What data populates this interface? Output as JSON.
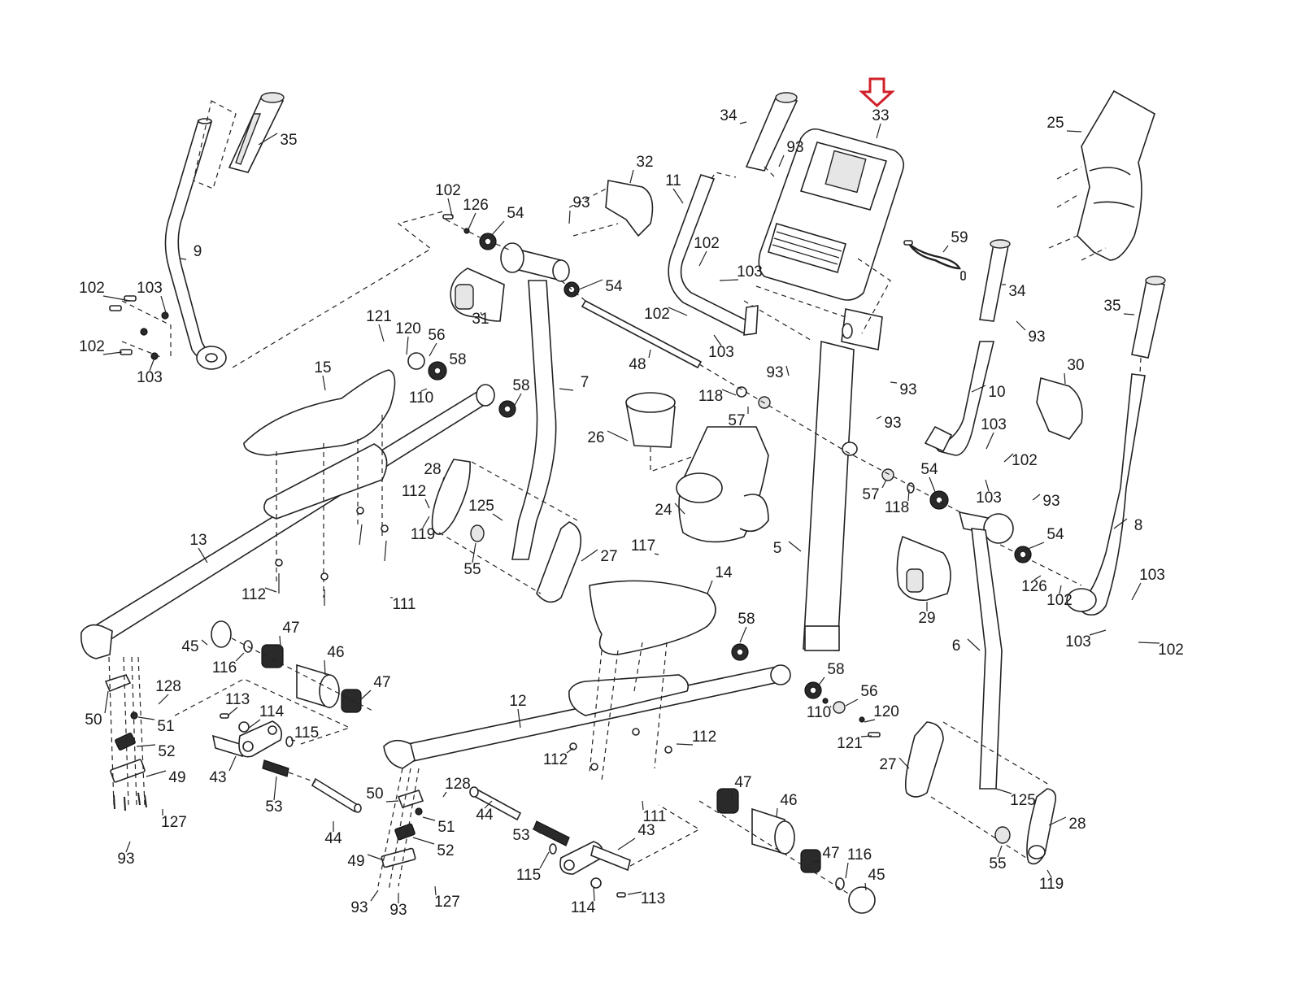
{
  "diagram": {
    "title": "Exploded parts diagram",
    "highlight": {
      "part": "33",
      "indicator": "red-outline-down-arrow",
      "color": "#d0202a"
    },
    "callouts": [
      {
        "id": "c35a",
        "part": "35"
      },
      {
        "id": "c9",
        "part": "9"
      },
      {
        "id": "c102a",
        "part": "102"
      },
      {
        "id": "c103a",
        "part": "103"
      },
      {
        "id": "c102b",
        "part": "102"
      },
      {
        "id": "c103b",
        "part": "103"
      },
      {
        "id": "c102c",
        "part": "102"
      },
      {
        "id": "c126a",
        "part": "126"
      },
      {
        "id": "c54a",
        "part": "54"
      },
      {
        "id": "c93a",
        "part": "93"
      },
      {
        "id": "c32",
        "part": "32"
      },
      {
        "id": "c54b",
        "part": "54"
      },
      {
        "id": "c31",
        "part": "31"
      },
      {
        "id": "c121a",
        "part": "121"
      },
      {
        "id": "c120a",
        "part": "120"
      },
      {
        "id": "c56a",
        "part": "56"
      },
      {
        "id": "c58a",
        "part": "58"
      },
      {
        "id": "c110a",
        "part": "110"
      },
      {
        "id": "c58b",
        "part": "58"
      },
      {
        "id": "c15",
        "part": "15"
      },
      {
        "id": "c7",
        "part": "7"
      },
      {
        "id": "c34a",
        "part": "34"
      },
      {
        "id": "c93b",
        "part": "93"
      },
      {
        "id": "c33",
        "part": "33"
      },
      {
        "id": "c11",
        "part": "11"
      },
      {
        "id": "c102d",
        "part": "102"
      },
      {
        "id": "c103c",
        "part": "103"
      },
      {
        "id": "c102e",
        "part": "102"
      },
      {
        "id": "c103d",
        "part": "103"
      },
      {
        "id": "c48",
        "part": "48"
      },
      {
        "id": "c59",
        "part": "59"
      },
      {
        "id": "c25",
        "part": "25"
      },
      {
        "id": "c34b",
        "part": "34"
      },
      {
        "id": "c93c",
        "part": "93"
      },
      {
        "id": "c35b",
        "part": "35"
      },
      {
        "id": "c93d",
        "part": "93"
      },
      {
        "id": "c93e",
        "part": "93"
      },
      {
        "id": "c93f",
        "part": "93"
      },
      {
        "id": "c118a",
        "part": "118"
      },
      {
        "id": "c57a",
        "part": "57"
      },
      {
        "id": "c26",
        "part": "26"
      },
      {
        "id": "c10",
        "part": "10"
      },
      {
        "id": "c30",
        "part": "30"
      },
      {
        "id": "c103e",
        "part": "103"
      },
      {
        "id": "c102f",
        "part": "102"
      },
      {
        "id": "c28a",
        "part": "28"
      },
      {
        "id": "c112a",
        "part": "112"
      },
      {
        "id": "c119a",
        "part": "119"
      },
      {
        "id": "c125a",
        "part": "125"
      },
      {
        "id": "c24",
        "part": "24"
      },
      {
        "id": "c57b",
        "part": "57"
      },
      {
        "id": "c118b",
        "part": "118"
      },
      {
        "id": "c54c",
        "part": "54"
      },
      {
        "id": "c103f",
        "part": "103"
      },
      {
        "id": "c93g",
        "part": "93"
      },
      {
        "id": "c13",
        "part": "13"
      },
      {
        "id": "c55a",
        "part": "55"
      },
      {
        "id": "c27a",
        "part": "27"
      },
      {
        "id": "c117",
        "part": "117"
      },
      {
        "id": "c5",
        "part": "5"
      },
      {
        "id": "c54d",
        "part": "54"
      },
      {
        "id": "c8",
        "part": "8"
      },
      {
        "id": "c14",
        "part": "14"
      },
      {
        "id": "c112b",
        "part": "112"
      },
      {
        "id": "c111a",
        "part": "111"
      },
      {
        "id": "c29",
        "part": "29"
      },
      {
        "id": "c126b",
        "part": "126"
      },
      {
        "id": "c102g",
        "part": "102"
      },
      {
        "id": "c103g",
        "part": "103"
      },
      {
        "id": "c103h",
        "part": "103"
      },
      {
        "id": "c102h",
        "part": "102"
      },
      {
        "id": "c45a",
        "part": "45"
      },
      {
        "id": "c47a",
        "part": "47"
      },
      {
        "id": "c116a",
        "part": "116"
      },
      {
        "id": "c46a",
        "part": "46"
      },
      {
        "id": "c58c",
        "part": "58"
      },
      {
        "id": "c6",
        "part": "6"
      },
      {
        "id": "c47b",
        "part": "47"
      },
      {
        "id": "c128a",
        "part": "128"
      },
      {
        "id": "c50a",
        "part": "50"
      },
      {
        "id": "c113a",
        "part": "113"
      },
      {
        "id": "c114a",
        "part": "114"
      },
      {
        "id": "c51a",
        "part": "51"
      },
      {
        "id": "c115a",
        "part": "115"
      },
      {
        "id": "c52a",
        "part": "52"
      },
      {
        "id": "c49a",
        "part": "49"
      },
      {
        "id": "c43a",
        "part": "43"
      },
      {
        "id": "c53a",
        "part": "53"
      },
      {
        "id": "c127a",
        "part": "127"
      },
      {
        "id": "c44a",
        "part": "44"
      },
      {
        "id": "c93h",
        "part": "93"
      },
      {
        "id": "c12",
        "part": "12"
      },
      {
        "id": "c58d",
        "part": "58"
      },
      {
        "id": "c56b",
        "part": "56"
      },
      {
        "id": "c110b",
        "part": "110"
      },
      {
        "id": "c120b",
        "part": "120"
      },
      {
        "id": "c121b",
        "part": "121"
      },
      {
        "id": "c112c",
        "part": "112"
      },
      {
        "id": "c112d",
        "part": "112"
      },
      {
        "id": "c111b",
        "part": "111"
      },
      {
        "id": "c27b",
        "part": "27"
      },
      {
        "id": "c125b",
        "part": "125"
      },
      {
        "id": "c28b",
        "part": "28"
      },
      {
        "id": "c55b",
        "part": "55"
      },
      {
        "id": "c119b",
        "part": "119"
      },
      {
        "id": "c50b",
        "part": "50"
      },
      {
        "id": "c128b",
        "part": "128"
      },
      {
        "id": "c44b",
        "part": "44"
      },
      {
        "id": "c51b",
        "part": "51"
      },
      {
        "id": "c52b",
        "part": "52"
      },
      {
        "id": "c49b",
        "part": "49"
      },
      {
        "id": "c127b",
        "part": "127"
      },
      {
        "id": "c93i",
        "part": "93"
      },
      {
        "id": "c93j",
        "part": "93"
      },
      {
        "id": "c53b",
        "part": "53"
      },
      {
        "id": "c43b",
        "part": "43"
      },
      {
        "id": "c115b",
        "part": "115"
      },
      {
        "id": "c114b",
        "part": "114"
      },
      {
        "id": "c113b",
        "part": "113"
      },
      {
        "id": "c47c",
        "part": "47"
      },
      {
        "id": "c46b",
        "part": "46"
      },
      {
        "id": "c47d",
        "part": "47"
      },
      {
        "id": "c116b",
        "part": "116"
      },
      {
        "id": "c45b",
        "part": "45"
      }
    ]
  }
}
